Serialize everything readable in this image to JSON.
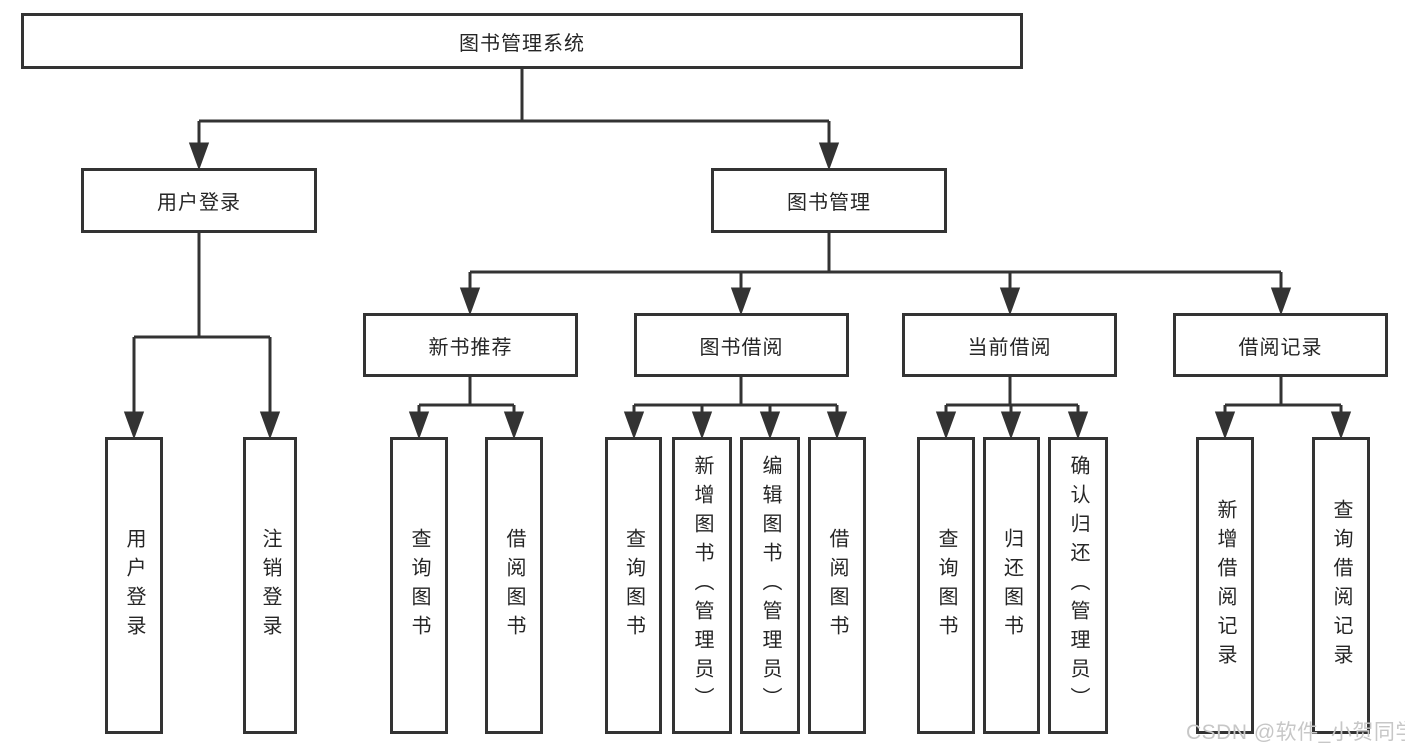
{
  "colors": {
    "line": "#333333",
    "box_border": "#333333",
    "text": "#262626",
    "watermark": "#c7c7c7",
    "background": "#ffffff"
  },
  "watermark": {
    "text": "CSDN @软件_小贺同学"
  },
  "tree": {
    "label": "图书管理系统",
    "children": [
      {
        "label": "用户登录",
        "children": [
          {
            "label": "用户登录"
          },
          {
            "label": "注销登录"
          }
        ]
      },
      {
        "label": "图书管理",
        "children": [
          {
            "label": "新书推荐",
            "children": [
              {
                "label": "查询图书"
              },
              {
                "label": "借阅图书"
              }
            ]
          },
          {
            "label": "图书借阅",
            "children": [
              {
                "label": "查询图书"
              },
              {
                "label": "新增图书（管理员）"
              },
              {
                "label": "编辑图书（管理员）"
              },
              {
                "label": "借阅图书"
              }
            ]
          },
          {
            "label": "当前借阅",
            "children": [
              {
                "label": "查询图书"
              },
              {
                "label": "归还图书"
              },
              {
                "label": "确认归还（管理员）"
              }
            ]
          },
          {
            "label": "借阅记录",
            "children": [
              {
                "label": "新增借阅记录"
              },
              {
                "label": "查询借阅记录"
              }
            ]
          }
        ]
      }
    ]
  }
}
